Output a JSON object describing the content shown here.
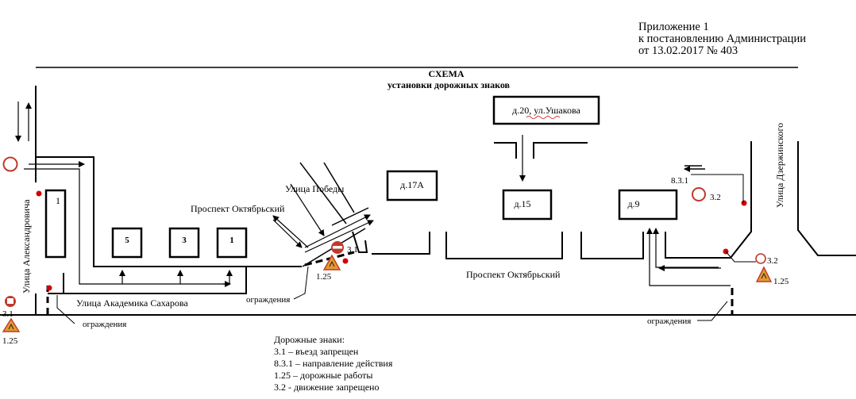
{
  "header": {
    "line1": "Приложение 1",
    "line2": "к постановлению Администрации",
    "line3": "от 13.02.2017  № 403"
  },
  "title": {
    "main": "СХЕМА",
    "sub": "установки дорожных знаков"
  },
  "streets": {
    "aleksandrovicha": "Улица Александровича",
    "pobedy": "Улица Победы",
    "oktyabrsky_top": "Проспект Октябрьский",
    "oktyabrsky_bottom": "Проспект Октябрьский",
    "sakharova": "Улица Академика Сахарова",
    "dzerzhinskogo": "Улица Дзержинского"
  },
  "buildings": {
    "b1_left": "1",
    "b5": "5",
    "b3": "3",
    "b1_right": "1",
    "d17a": "д.17А",
    "d20_prefix": "д.20, ",
    "d20_street": "ул.Ушакова",
    "d15": "д.15",
    "d9": "д.9"
  },
  "labels": {
    "fence_left": "ограждения",
    "fence_middle": "ограждения",
    "fence_right": "ограждения",
    "sign_31_left": "3.1",
    "sign_125_left": "1.25",
    "sign_31_mid": "3.1",
    "sign_125_mid": "1.25",
    "sign_831": "8.3.1",
    "sign_32_top": "3.2",
    "sign_32_bottom": "3.2",
    "sign_125_right": "1.25"
  },
  "legend": {
    "title": "Дорожные знаки:",
    "items": [
      "3.1 – въезд запрещен",
      "8.3.1 – направление действия",
      "1.25 – дорожные работы",
      "3.2 - движение запрещено"
    ]
  },
  "colors": {
    "sign_red": "#c0392b",
    "sign_orange": "#e39a2f",
    "marker_red": "#d40000",
    "underline_red": "#d00000"
  }
}
